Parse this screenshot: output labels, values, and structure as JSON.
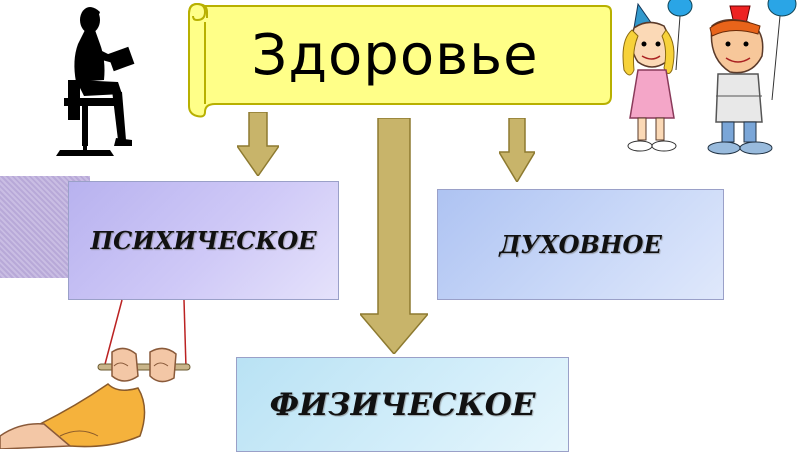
{
  "title": "Здоровье",
  "boxes": {
    "psychic": "ПСИХИЧЕСКОЕ",
    "spiritual": "ДУХОВНОЕ",
    "physical": "ФИЗИЧЕСКОЕ"
  },
  "colors": {
    "scroll": "#ffff88",
    "scroll_border": "#b8b000",
    "arrow": "#c8b46a",
    "arrow_border": "#8d7a30",
    "psychic_box": "#c8c2f5",
    "spiritual_box": "#c2d3f7",
    "physical_box": "#cdeaf8"
  },
  "images": {
    "top_left": "woman-on-chair-silhouette-icon",
    "top_right": "party-children-clipart-icon",
    "bottom_left": "hands-on-bar-clipart-icon"
  }
}
